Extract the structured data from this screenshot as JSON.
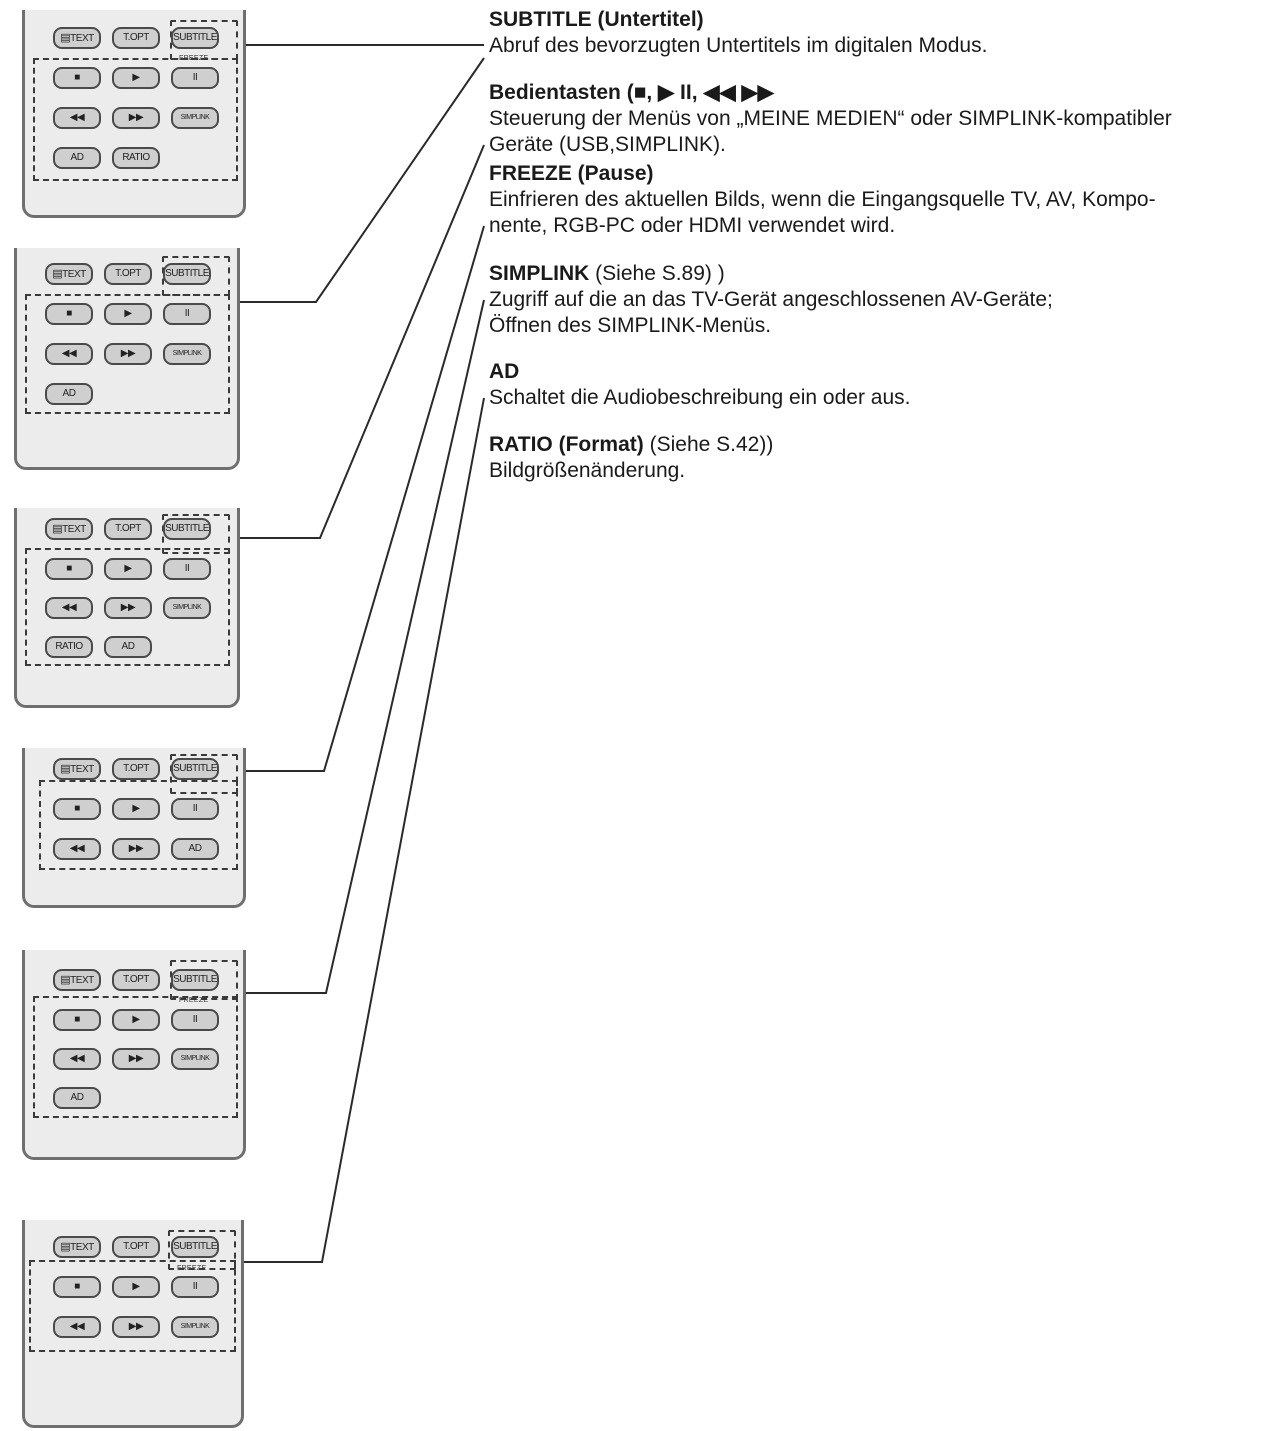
{
  "remote_buttons": {
    "text": "TEXT",
    "topt": "T.OPT",
    "subtitle": "SUBTITLE",
    "freeze": "FREEZE",
    "stop": "■",
    "play": "▶",
    "pause": "II",
    "rew": "◀◀",
    "ff": "▶▶",
    "simplink": "SIMPLINK",
    "ad": "AD",
    "ratio": "RATIO"
  },
  "entries": [
    {
      "title": "SUBTITLE (Untertitel)",
      "title_extra": "",
      "lines": [
        "Abruf des bevorzugten Untertitels im digitalen Modus."
      ]
    },
    {
      "title": "Bedientasten (■, ▶ II, ◀◀ ▶▶",
      "title_extra": "",
      "lines": [
        "Steuerung der Menüs von „MEINE MEDIEN“ oder SIMPLINK-kompatibler",
        "Geräte (USB,SIMPLINK)."
      ]
    },
    {
      "title": "FREEZE (Pause)",
      "title_extra": "",
      "lines": [
        "Einfrieren des aktuellen Bilds, wenn die Eingangsquelle TV, AV, Kompo-",
        "nente, RGB-PC oder HDMI verwendet wird."
      ]
    },
    {
      "title": "SIMPLINK",
      "title_extra": " (Siehe S.89) )",
      "lines": [
        "Zugriff auf die an das TV-Gerät angeschlossenen AV-Geräte;",
        "Öffnen des SIMPLINK-Menüs."
      ]
    },
    {
      "title": "AD",
      "title_extra": "",
      "lines": [
        "Schaltet die Audiobeschreibung ein oder aus."
      ]
    },
    {
      "title": "RATIO (Format)",
      "title_extra": " (Siehe S.42))",
      "lines": [
        "Bildgrößenänderung."
      ]
    }
  ]
}
